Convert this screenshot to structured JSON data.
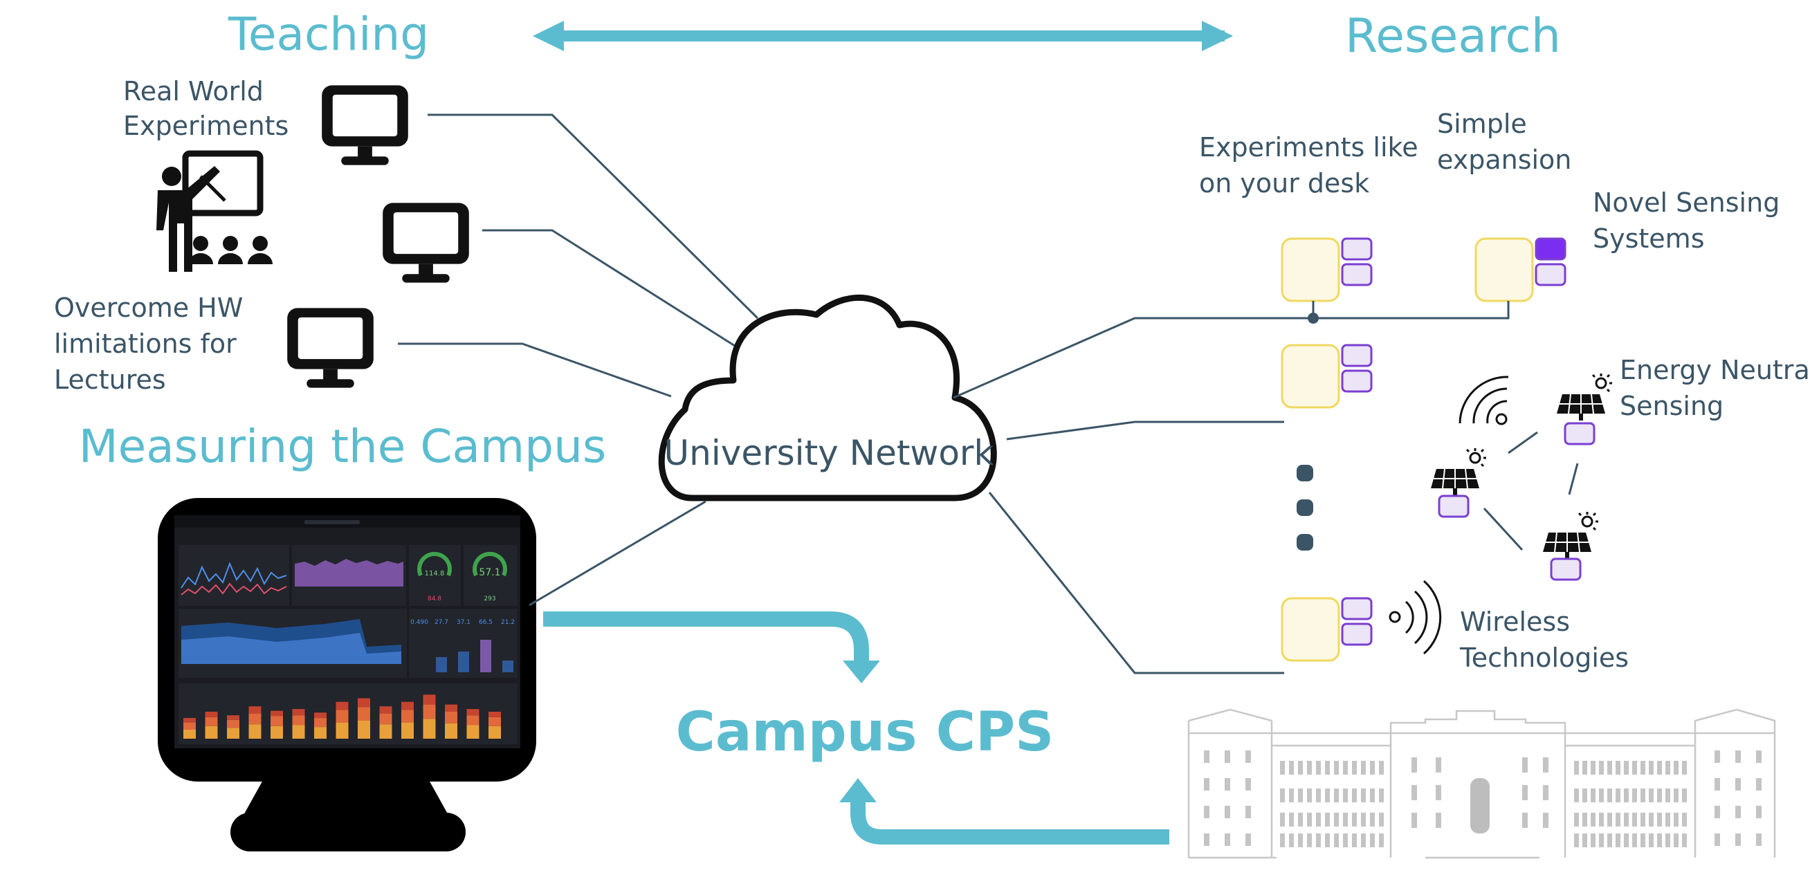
{
  "titles": {
    "teaching": "Teaching",
    "research": "Research",
    "measuring": "Measuring the Campus",
    "campus_cps": "Campus CPS",
    "network": "University Network"
  },
  "teaching_labels": {
    "real_world_1": "Real World",
    "real_world_2": "Experiments",
    "overcome_1": "Overcome HW",
    "overcome_2": "limitations for",
    "overcome_3": "Lectures"
  },
  "research_labels": {
    "desk_1": "Experiments like",
    "desk_2": "on your desk",
    "simple_1": "Simple",
    "simple_2": "expansion",
    "novel_1": "Novel Sensing",
    "novel_2": "Systems",
    "energy_1": "Energy Neutral",
    "energy_2": "Sensing",
    "wireless_1": "Wireless",
    "wireless_2": "Technologies"
  },
  "dashboard": {
    "gauge_1": "114.8",
    "gauge_2": "57.1",
    "stat_1": "84.8",
    "stat_2": "293",
    "bars": [
      "0.490",
      "27.7",
      "37.1",
      "66.5",
      "21.2"
    ]
  },
  "colors": {
    "teal": "#5bbccf",
    "dark": "#3b5566",
    "node_yellow": "#f0d860",
    "node_purple": "#7a3fd0"
  }
}
